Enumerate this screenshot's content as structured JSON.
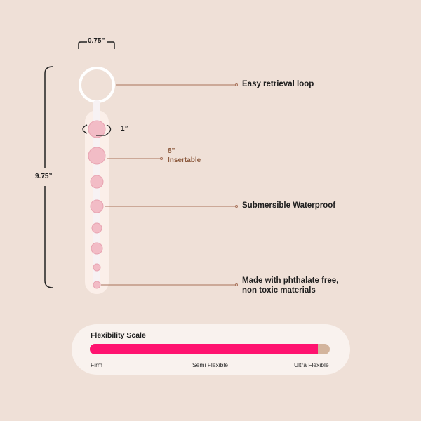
{
  "dimensions": {
    "width": "0.75”",
    "length": "9.75”",
    "bead": "1”"
  },
  "insertable": {
    "length": "8”",
    "label": "Insertable"
  },
  "callouts": [
    "Easy retrieval loop",
    "Submersible Waterproof",
    "Made with phthalate free,",
    "non toxic materials"
  ],
  "flexibility": {
    "title": "Flexibility Scale",
    "value_percent": 95,
    "labels": [
      "Firm",
      "Semi Flexible",
      "Ultra Flexible"
    ],
    "fill_color": "#ff136f",
    "track_color": "#d3b49c"
  }
}
